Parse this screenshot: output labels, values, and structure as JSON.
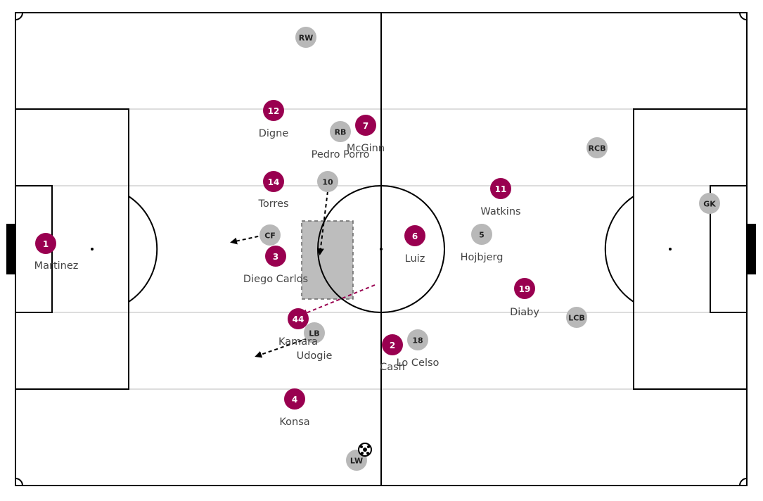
{
  "colors": {
    "home_team": "#990050",
    "away_team": "#b8b8b8",
    "pitch_lines": "#000000",
    "pass_home": "#990050",
    "pass_away": "#000000",
    "highlight_zone": "#bdbdbd"
  },
  "pitch": {
    "length": 105,
    "width": 68
  },
  "ball": {
    "icon": "soccer-ball-icon"
  },
  "home_players": [
    {
      "num": "1",
      "name": "Martinez"
    },
    {
      "num": "12",
      "name": "Digne"
    },
    {
      "num": "7",
      "name": "McGinn"
    },
    {
      "num": "14",
      "name": "Torres"
    },
    {
      "num": "3",
      "name": "Diego Carlos"
    },
    {
      "num": "44",
      "name": "Kamara"
    },
    {
      "num": "2",
      "name": "Cash"
    },
    {
      "num": "4",
      "name": "Konsa"
    },
    {
      "num": "6",
      "name": "Luiz"
    },
    {
      "num": "11",
      "name": "Watkins"
    },
    {
      "num": "19",
      "name": "Diaby"
    }
  ],
  "away_players": [
    {
      "num": "RW",
      "name": ""
    },
    {
      "num": "RB",
      "name": "Pedro Porro"
    },
    {
      "num": "10",
      "name": ""
    },
    {
      "num": "CF",
      "name": ""
    },
    {
      "num": "LB",
      "name": "Udogie"
    },
    {
      "num": "18",
      "name": "Lo Celso"
    },
    {
      "num": "LW",
      "name": ""
    },
    {
      "num": "5",
      "name": "Hojbjerg"
    },
    {
      "num": "RCB",
      "name": ""
    },
    {
      "num": "LCB",
      "name": ""
    },
    {
      "num": "GK",
      "name": ""
    }
  ]
}
